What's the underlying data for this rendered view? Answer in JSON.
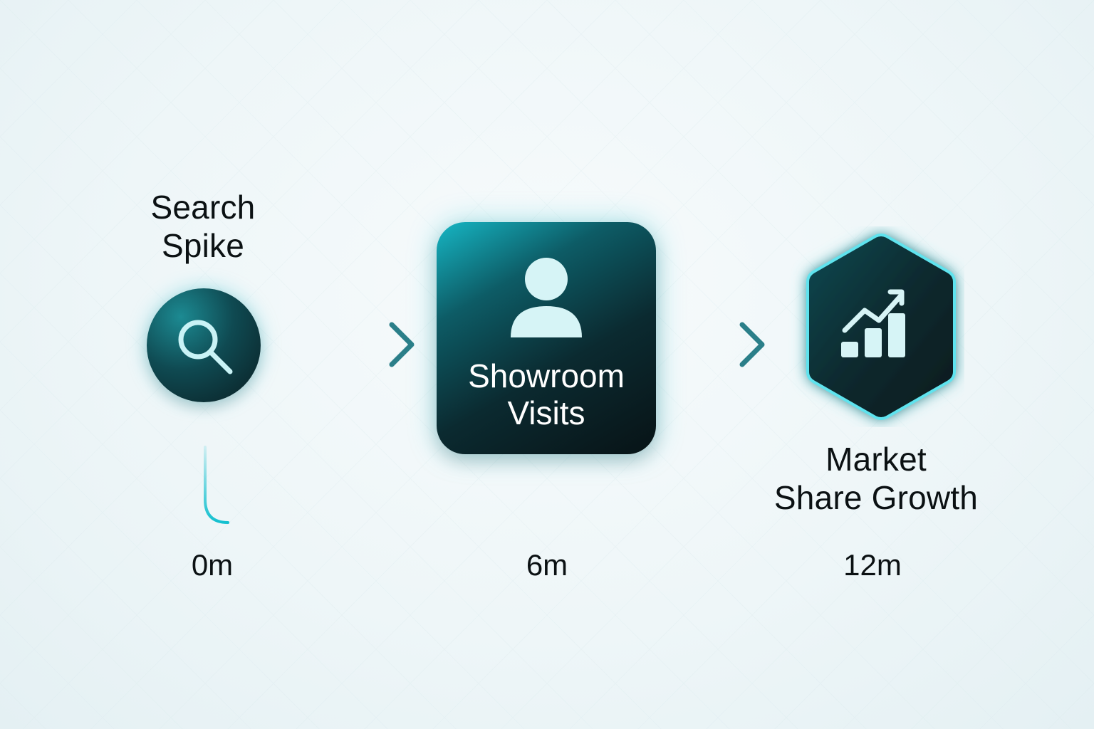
{
  "diagram": {
    "nodes": [
      {
        "id": "search",
        "label": "Search Spike",
        "label_lines": [
          "Search",
          "Spike"
        ],
        "icon": "search-icon",
        "shape": "circle"
      },
      {
        "id": "showroom",
        "label": "Showroom Visits",
        "label_lines": [
          "Showroom",
          "Visits"
        ],
        "icon": "person-icon",
        "shape": "rounded-square"
      },
      {
        "id": "market",
        "label": "Market Share Growth",
        "label_lines": [
          "Market",
          "Share Growth"
        ],
        "icon": "growth-chart-icon",
        "shape": "hexagon"
      }
    ],
    "edges": [
      {
        "from": "search",
        "to": "showroom"
      },
      {
        "from": "showroom",
        "to": "market"
      }
    ],
    "timeline": {
      "ticks": [
        "0m",
        "6m",
        "12m"
      ]
    }
  },
  "colors": {
    "accent": "#14c0cf",
    "node_dark": "#0b1e22",
    "text": "#0b1113",
    "background": "#eef6f8"
  }
}
